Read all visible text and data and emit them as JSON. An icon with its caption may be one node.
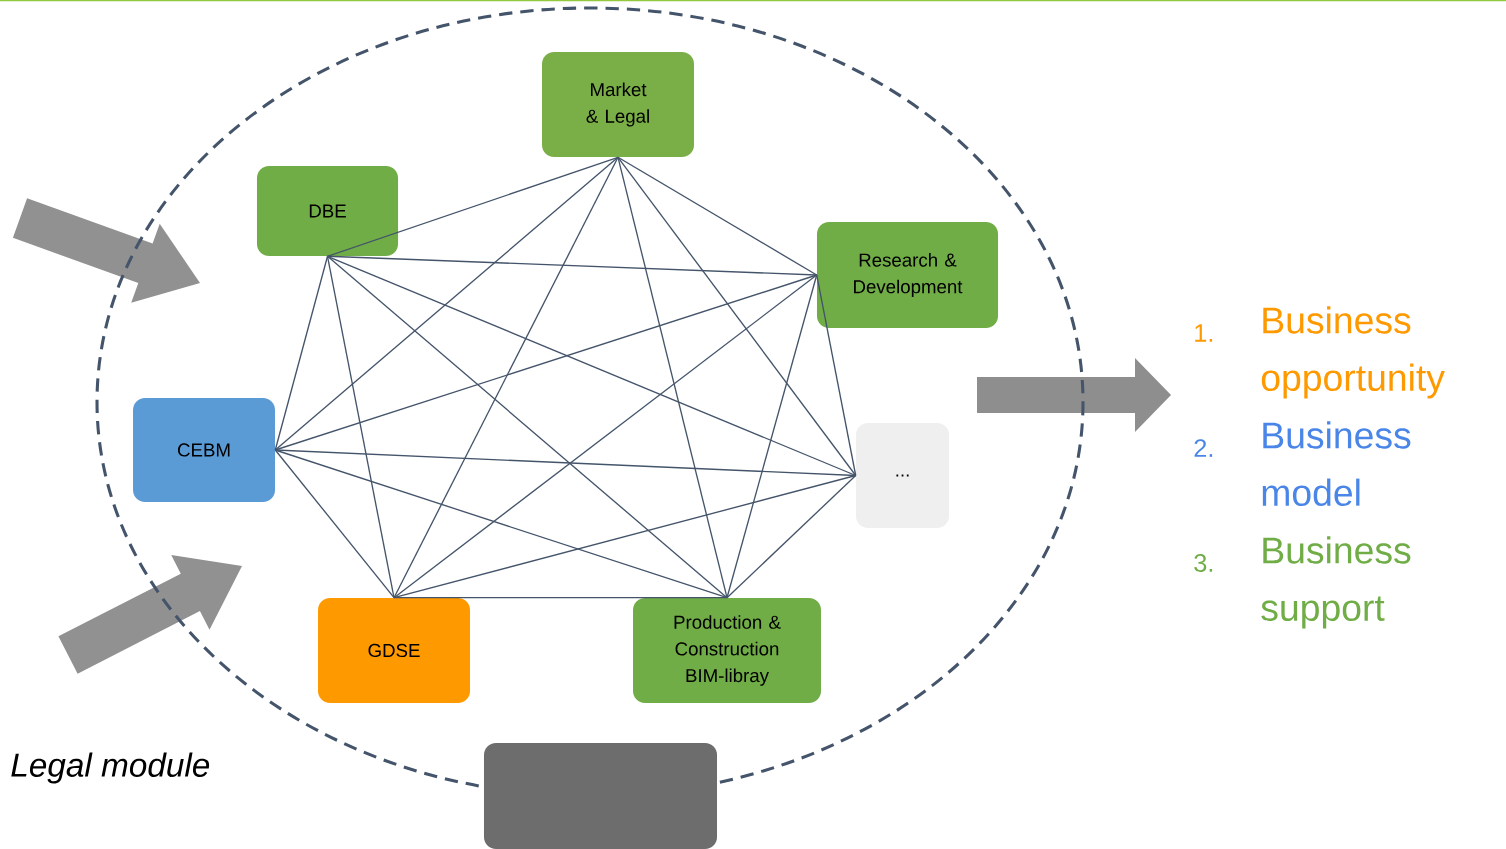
{
  "diagram": {
    "nodes": [
      {
        "text": [
          "Market & Legal"
        ]
      },
      {
        "text": [
          "DBE"
        ]
      },
      {
        "text": [
          "Research & Development"
        ]
      },
      {
        "text": [
          "CEBM"
        ]
      },
      {
        "text": [
          "..."
        ]
      },
      {
        "text": [
          "GDSE"
        ]
      },
      {
        "text": [
          "Production & Construction BIM-libray"
        ]
      },
      {
        "text": [],
        "shape": "box"
      }
    ],
    "edges": [
      {
        "from": 0,
        "to": 1,
        "arrow": "none"
      },
      {
        "from": 0,
        "to": 2,
        "arrow": "none"
      },
      {
        "from": 0,
        "to": 3,
        "arrow": "none"
      },
      {
        "from": 0,
        "to": 4,
        "arrow": "none"
      },
      {
        "from": 0,
        "to": 5,
        "arrow": "none"
      },
      {
        "from": 0,
        "to": 6,
        "arrow": "none"
      },
      {
        "from": 1,
        "to": 2,
        "arrow": "none"
      },
      {
        "from": 1,
        "to": 3,
        "arrow": "none"
      },
      {
        "from": 1,
        "to": 4,
        "arrow": "none"
      },
      {
        "from": 1,
        "to": 5,
        "arrow": "none"
      },
      {
        "from": 1,
        "to": 6,
        "arrow": "none"
      },
      {
        "from": 2,
        "to": 3,
        "arrow": "none"
      },
      {
        "from": 2,
        "to": 4,
        "arrow": "none"
      },
      {
        "from": 2,
        "to": 5,
        "arrow": "none"
      },
      {
        "from": 2,
        "to": 6,
        "arrow": "none"
      },
      {
        "from": 3,
        "to": 4,
        "arrow": "none"
      },
      {
        "from": 3,
        "to": 5,
        "arrow": "none"
      },
      {
        "from": 3,
        "to": 6,
        "arrow": "none"
      },
      {
        "from": 4,
        "to": 5,
        "arrow": "none"
      },
      {
        "from": 4,
        "to": 6,
        "arrow": "none"
      },
      {
        "from": 5,
        "to": 6,
        "arrow": "none"
      }
    ],
    "labels": [
      "1.",
      "Business opportunity",
      "2.",
      "Business model",
      "3.",
      "Business support",
      "Legal module"
    ]
  }
}
